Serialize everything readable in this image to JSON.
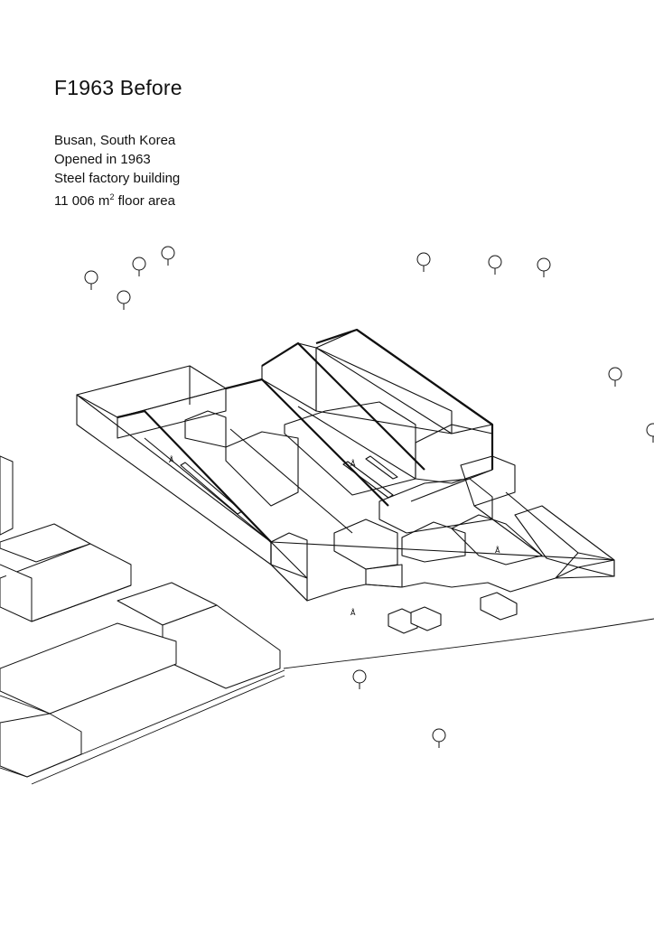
{
  "title": "F1963 Before",
  "info": {
    "location": "Busan, South Korea",
    "opened": "Opened in 1963",
    "type": "Steel factory building",
    "area_number": "11 006 m",
    "area_sup": "2",
    "area_suffix": " floor area"
  },
  "icons": [
    "tree-icon",
    "person-icon",
    "truck-icon"
  ]
}
